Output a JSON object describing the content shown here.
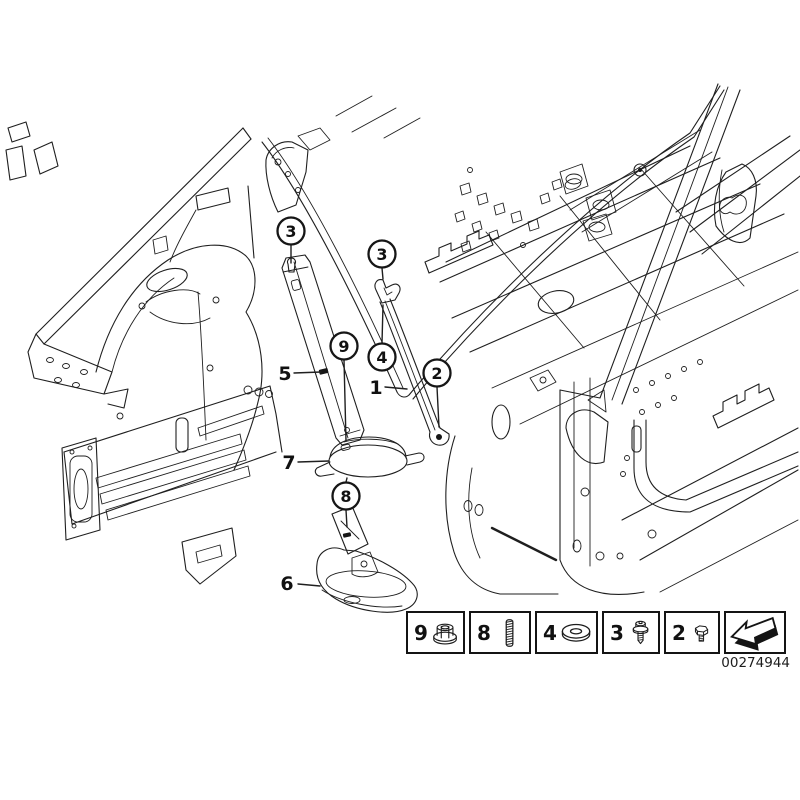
{
  "colors": {
    "line": "#1f1f1f",
    "background": "#ffffff",
    "callout_fill": "#ffffff"
  },
  "diagram": {
    "callouts": [
      {
        "label": "3",
        "shape": "circle"
      },
      {
        "label": "3",
        "shape": "circle"
      },
      {
        "label": "9",
        "shape": "circle"
      },
      {
        "label": "4",
        "shape": "circle"
      },
      {
        "label": "2",
        "shape": "circle"
      },
      {
        "label": "8",
        "shape": "circle"
      },
      {
        "label": "5",
        "shape": "plain"
      },
      {
        "label": "1",
        "shape": "plain"
      },
      {
        "label": "7",
        "shape": "plain"
      },
      {
        "label": "6",
        "shape": "plain"
      }
    ]
  },
  "legend": {
    "items": [
      {
        "label": "9",
        "icon": "flange-nut-icon"
      },
      {
        "label": "8",
        "icon": "threaded-stud-icon"
      },
      {
        "label": "4",
        "icon": "washer-icon"
      },
      {
        "label": "3",
        "icon": "screw-with-washer-icon"
      },
      {
        "label": "2",
        "icon": "hex-bolt-icon"
      },
      {
        "label": "",
        "icon": "direction-arrow-icon"
      }
    ]
  },
  "footer": {
    "part_number": "00274944"
  }
}
